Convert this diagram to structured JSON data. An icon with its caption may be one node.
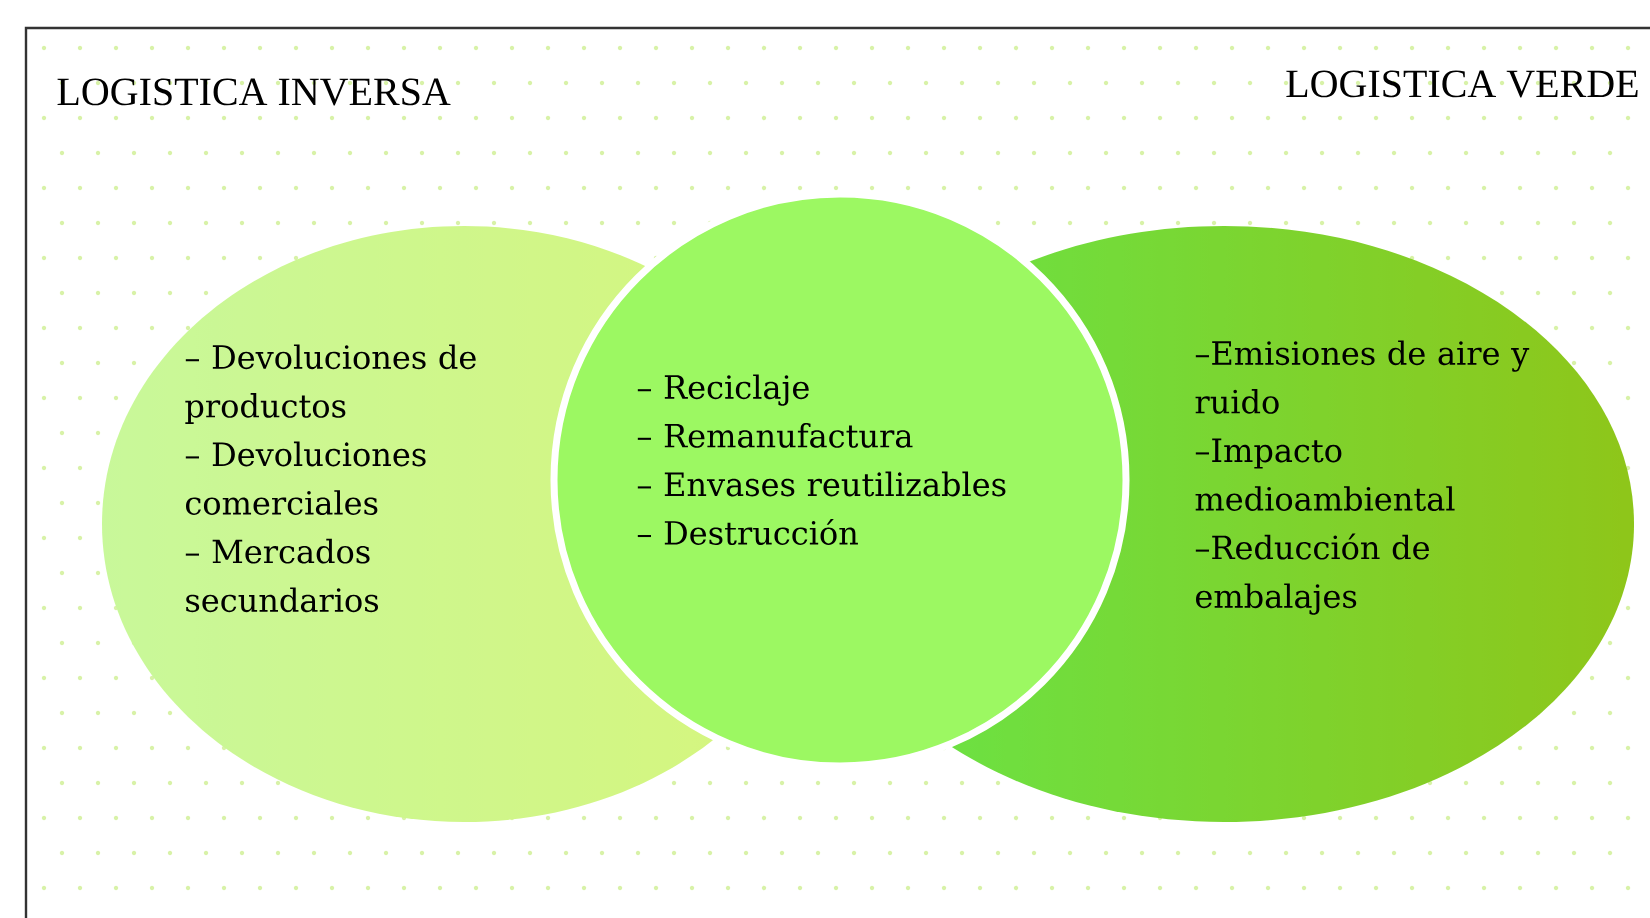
{
  "diagram": {
    "nodes": [
      {
        "text": [
          "LOGISTICA INVERSA",
          "– Devoluciones de productos",
          "– Devoluciones comerciales",
          "– Mercados secundarios"
        ]
      },
      {
        "text": [
          "– Reciclaje",
          "– Remanufactura",
          "– Envases reutilizables",
          "– Destrucción"
        ]
      },
      {
        "text": [
          "LOGISTICA VERDE",
          "–Emisiones de aire y ruido",
          "–Impacto medioambiental",
          "–Reducción de embalajes"
        ]
      }
    ]
  }
}
